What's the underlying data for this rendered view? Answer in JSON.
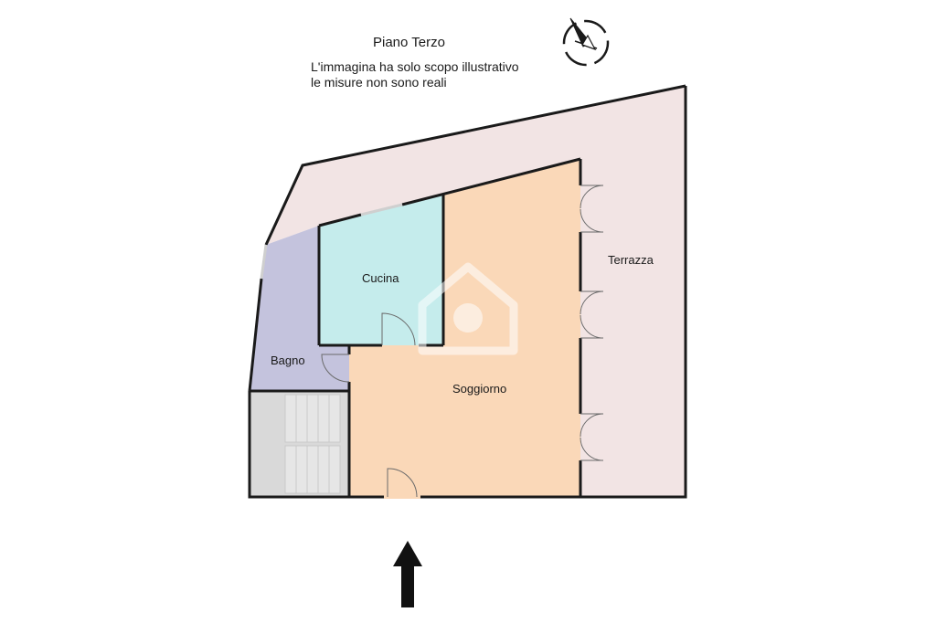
{
  "header": {
    "floor_title": "Piano Terzo",
    "disclaimer_line1": "L'immagina ha solo scopo illustrativo",
    "disclaimer_line2": "le misure non sono reali"
  },
  "rooms": {
    "terrace": "Terrazza",
    "kitchen": "Cucina",
    "bathroom": "Bagno",
    "living": "Soggiorno"
  },
  "colors": {
    "terrace": "#f2e4e4",
    "kitchen": "#c5ecec",
    "bathroom": "#c4c3dd",
    "living": "#fad8b8",
    "stairs": "#d9d9d9",
    "wall": "#1a1a1a"
  },
  "icons": {
    "compass": "compass-icon",
    "entrance": "entrance-arrow-icon",
    "watermark": "logo-watermark"
  }
}
